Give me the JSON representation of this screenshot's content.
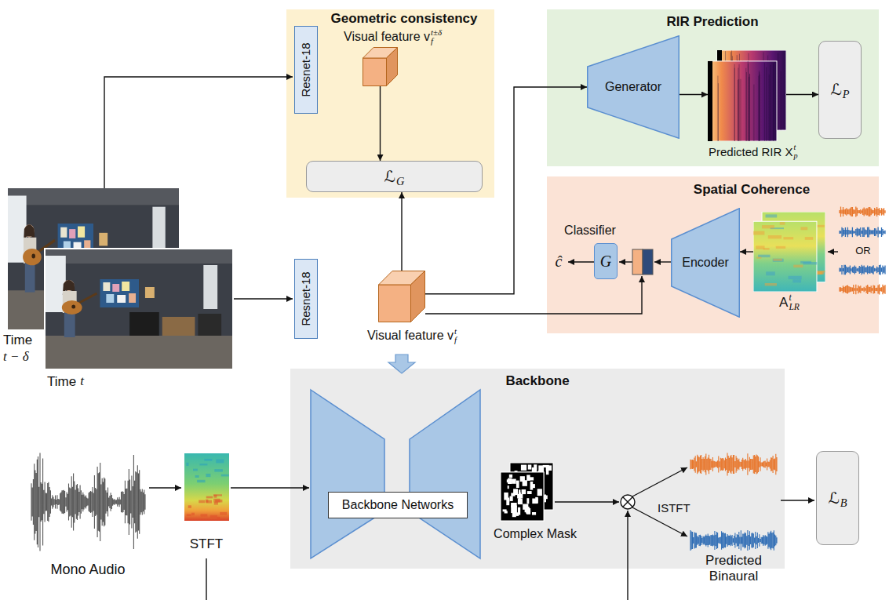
{
  "diagram": {
    "nodes": [
      {
        "text": [
          "Geometric consistency"
        ]
      },
      {
        "text": [
          "Resnet-18"
        ],
        "in": 0
      },
      {
        "text": [
          "Visual feature v",
          "f",
          "t±δ"
        ],
        "in": 0
      },
      {
        "text": [
          "ℒ",
          "G"
        ],
        "in": 0
      },
      {
        "text": [
          "RIR Prediction"
        ]
      },
      {
        "text": [
          "Generator"
        ],
        "in": 4
      },
      {
        "text": [
          "Predicted RIR X",
          "p",
          "t"
        ],
        "in": 4
      },
      {
        "text": [
          "ℒ",
          "P"
        ],
        "in": 4
      },
      {
        "text": [
          "Spatial Coherence"
        ]
      },
      {
        "text": [
          "G"
        ],
        "in": 8
      },
      {
        "text": [
          "Encoder"
        ],
        "in": 8
      },
      {
        "text": [
          "A",
          "LR",
          "t"
        ],
        "in": 8
      },
      {
        "text": [
          "Resnet-18"
        ]
      },
      {
        "text": [
          "Visual feature v",
          "f",
          "t"
        ]
      },
      {
        "text": [
          "Backbone"
        ]
      },
      {
        "text": [
          "Backbone Networks"
        ],
        "in": 14
      },
      {
        "text": [
          "ℒ",
          "B"
        ]
      }
    ],
    "edges": [
      {
        "from": 2,
        "to": 3,
        "arrow": "to"
      },
      {
        "from": 13,
        "to": 3,
        "arrow": "to"
      },
      {
        "from": 13,
        "to": 5,
        "arrow": "to"
      },
      {
        "from": 5,
        "to": 6,
        "arrow": "to"
      },
      {
        "from": 6,
        "to": 7,
        "arrow": "to"
      },
      {
        "from": 11,
        "to": 10,
        "arrow": "to"
      }
    ],
    "labels": [
      "Time",
      "t − δ",
      "Time",
      "t",
      "Classifier",
      "ĉ",
      "OR",
      "Mono Audio",
      "STFT",
      "Complex Mask",
      "ISTFT",
      "Predicted Binaural"
    ]
  }
}
